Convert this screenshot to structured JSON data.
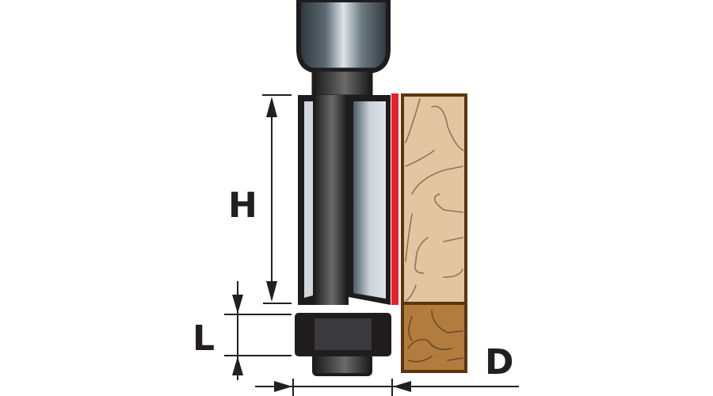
{
  "diagram": {
    "labels": {
      "height": "H",
      "bearing_length": "L",
      "diameter": "D"
    },
    "colors": {
      "outline": "#1e1c1d",
      "steel_light": "#d6dde2",
      "steel_dark": "#3d4a52",
      "cut_edge": "#e8202a",
      "wood_light": "#e3c6a1",
      "wood_dark": "#b27c3f",
      "wood_border": "#5a3610"
    }
  }
}
